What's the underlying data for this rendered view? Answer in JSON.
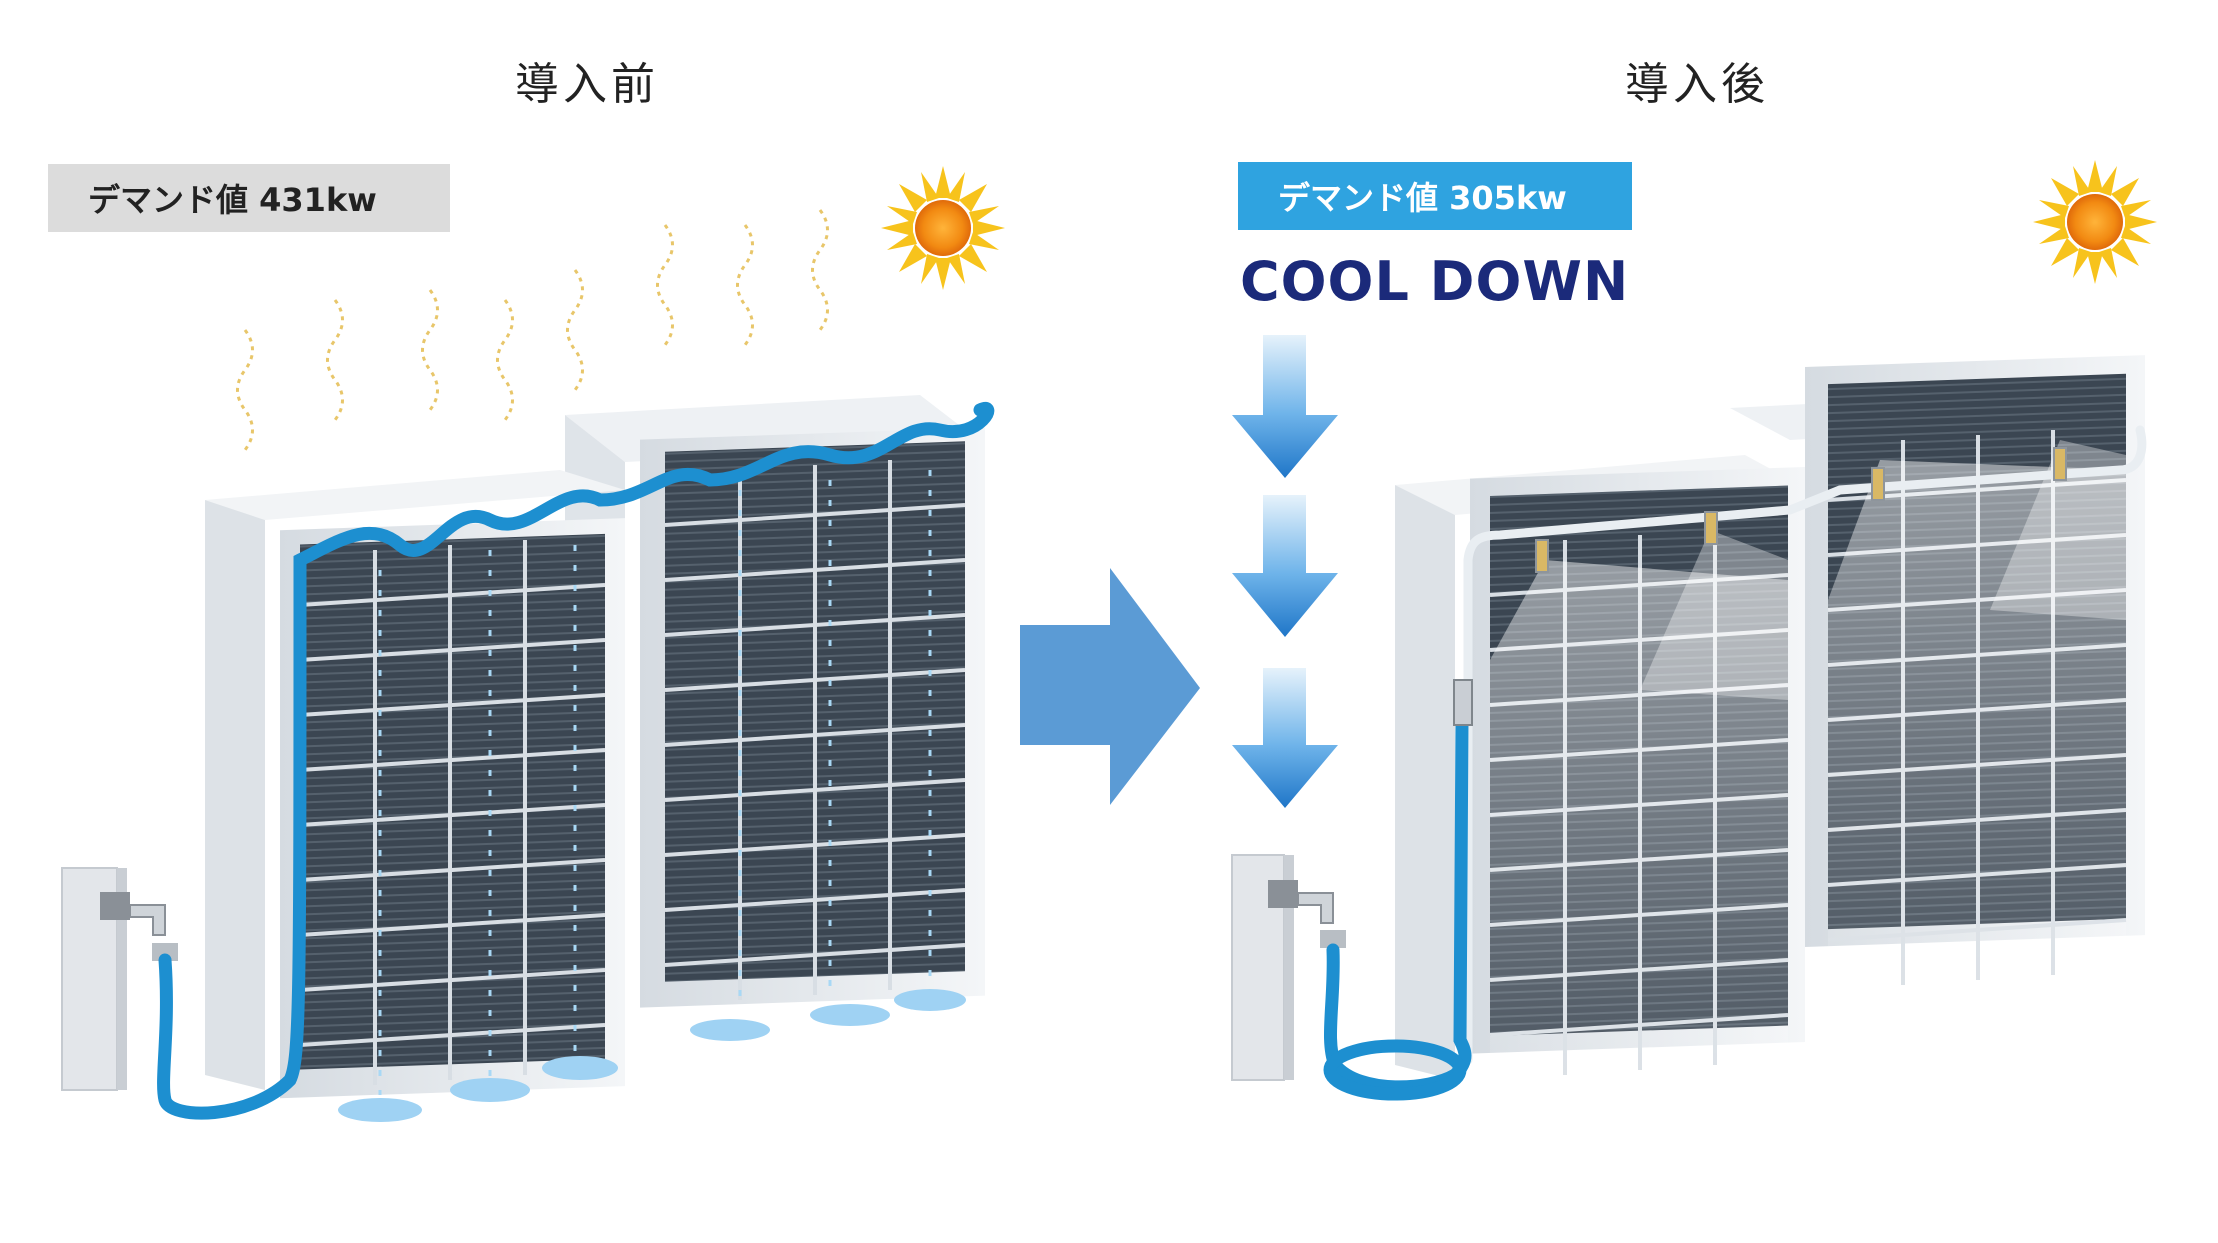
{
  "before": {
    "heading": "導入前",
    "badge": "デマンド値 431kw",
    "badge_bg": "#dcdcdc",
    "badge_color": "#222222"
  },
  "after": {
    "heading": "導入後",
    "badge": "デマンド値 305kw",
    "badge_bg": "#2fa3e0",
    "badge_color": "#ffffff",
    "tagline": "COOL DOWN",
    "tagline_color": "#1b2a7a"
  },
  "colors": {
    "hose": "#1d8fd0",
    "arrow": "#5b9bd5",
    "cool_arrow": "#2a86d6",
    "panel": "#3a4450",
    "frame": "#e7ebef",
    "sun": "#f29a1a"
  },
  "icons": [
    "sun-icon",
    "right-arrow-icon",
    "down-arrow-icon",
    "faucet-icon",
    "hose-icon",
    "mist-nozzle-icon",
    "heat-wave-icon",
    "water-puddle-icon"
  ]
}
